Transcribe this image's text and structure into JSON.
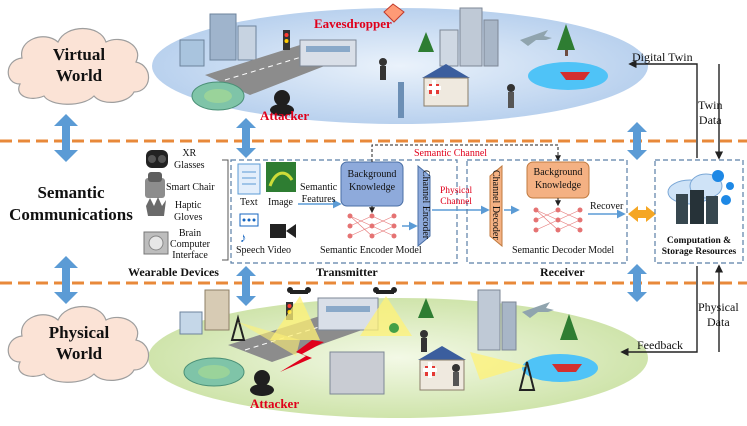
{
  "layers": {
    "virtual": "Virtual",
    "virtual2": "World",
    "semantic": "Semantic",
    "semantic2": "Communications",
    "physical": "Physical",
    "physical2": "World"
  },
  "virtual_scene": {
    "eavesdropper": "Eavesdropper",
    "attacker": "Attacker"
  },
  "physical_scene": {
    "attacker": "Attacker"
  },
  "right_side": {
    "digital_twin": "Digital Twin",
    "twin_data_1": "Twin",
    "twin_data_2": "Data",
    "physical_data_1": "Physical",
    "physical_data_2": "Data",
    "feedback": "Feedback"
  },
  "wearables": {
    "title": "Wearable Devices",
    "items": [
      "XR Glasses",
      "Smart Chair",
      "Haptic Gloves",
      "Brain Computer Interface"
    ],
    "xr_1": "XR",
    "xr_2": "Glasses",
    "chair": "Smart Chair",
    "haptic_1": "Haptic",
    "haptic_2": "Gloves",
    "bci_1": "Brain",
    "bci_2": "Computer",
    "bci_3": "Interface"
  },
  "transmitter": {
    "title": "Transmitter",
    "text": "Text",
    "image": "Image",
    "speech_video": "Speech Video",
    "features_1": "Semantic",
    "features_2": "Features",
    "bk_1": "Background",
    "bk_2": "Knowledge",
    "encoder_model": "Semantic Encoder Model",
    "channel_encoder": "Channel Encoder"
  },
  "channels": {
    "semantic_channel": "Semantic Channel",
    "physical_1": "Physical",
    "physical_2": "Channel"
  },
  "receiver": {
    "title": "Receiver",
    "channel_decoder": "Channel Decoder",
    "bk_1": "Background",
    "bk_2": "Knowledge",
    "decoder_model": "Semantic Decoder Model",
    "recover": "Recover"
  },
  "compute": {
    "line1": "Computation &",
    "line2": "Storage Resources"
  },
  "colors": {
    "dash_orange": "#e8893a",
    "arrow_blue": "#5b9bd5",
    "bk_blue": "#8eaadb",
    "bk_orange": "#f4b183",
    "channel_red": "#e0001b",
    "cloud_fill": "#fbe3d6",
    "compute_arrow": "#f5a623"
  }
}
